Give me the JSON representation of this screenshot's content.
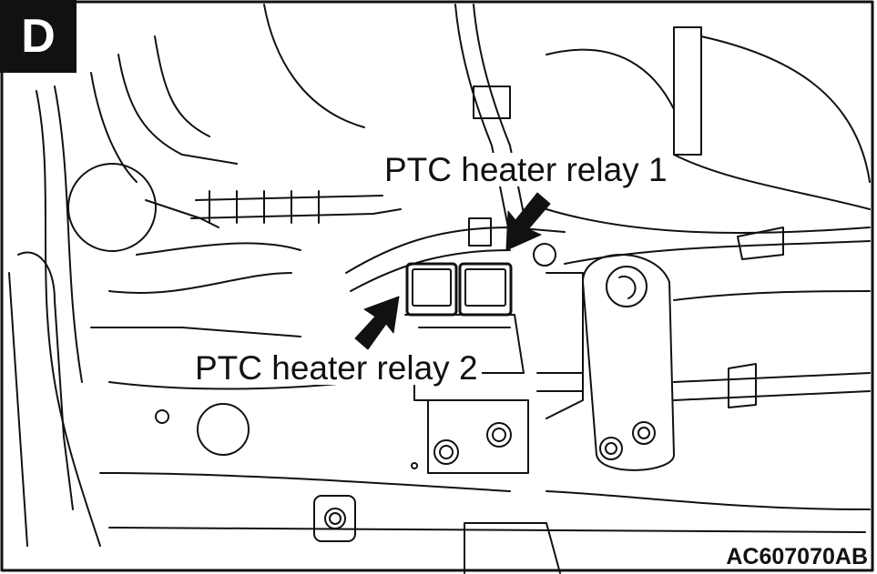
{
  "view_letter": "D",
  "callouts": [
    {
      "label": "PTC heater relay 1"
    },
    {
      "label": "PTC heater relay 2"
    }
  ],
  "figure_code": "AC607070AB"
}
